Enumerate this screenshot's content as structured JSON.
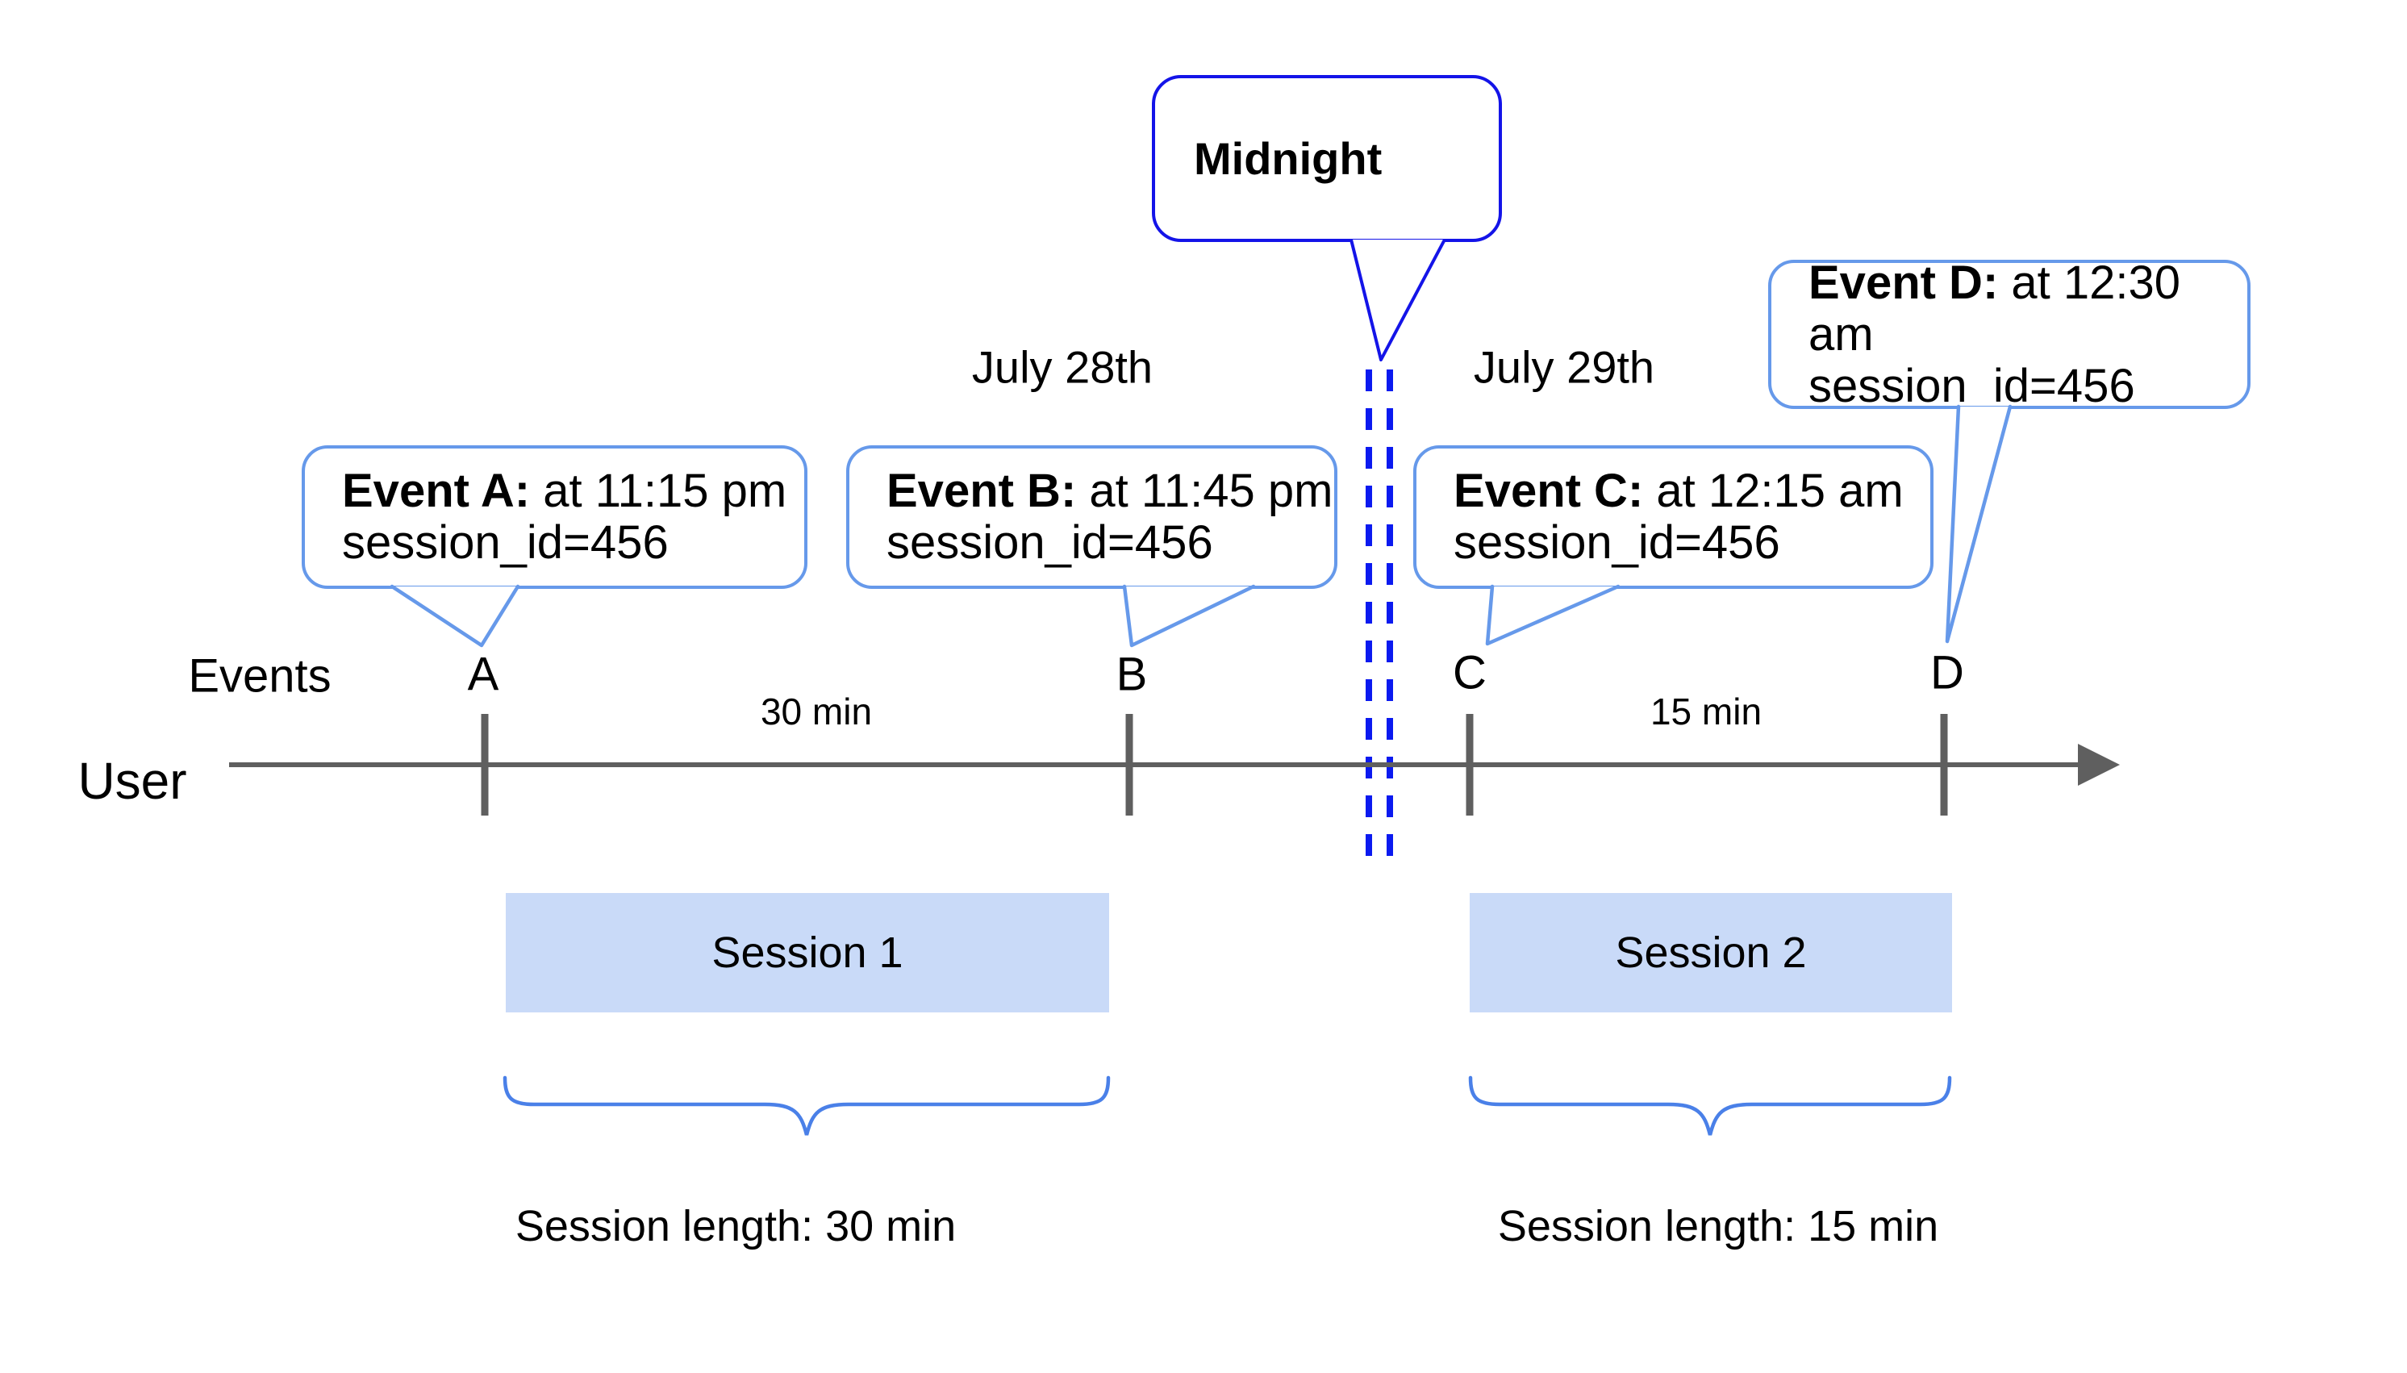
{
  "callouts": {
    "midnight": {
      "label": "Midnight"
    },
    "events": [
      {
        "tick": "A",
        "title": "Event A:",
        "time": "at 11:15 pm",
        "session": "session_id=456"
      },
      {
        "tick": "B",
        "title": "Event B:",
        "time": "at 11:45 pm",
        "session": "session_id=456"
      },
      {
        "tick": "C",
        "title": "Event C:",
        "time": "at 12:15 am",
        "session": "session_id=456"
      },
      {
        "tick": "D",
        "title": "Event D:",
        "time": "at 12:30 am",
        "session": "session_id=456"
      }
    ]
  },
  "timeline": {
    "axis_label": "Events",
    "actor_label": "User",
    "dates": {
      "left": "July 28th",
      "right": "July 29th"
    },
    "intervals": [
      {
        "label": "30 min"
      },
      {
        "label": "15 min"
      }
    ]
  },
  "sessions": [
    {
      "name": "Session 1",
      "length_label": "Session length: 30 min"
    },
    {
      "name": "Session 2",
      "length_label": "Session length: 15 min"
    }
  ],
  "colors": {
    "midnight_border": "#1414e8",
    "midnight_dashes": "#0b1af0",
    "event_callout_border": "#6699ea",
    "brace": "#4a80e8",
    "session_fill": "#c9daf8",
    "axis_gray": "#5f5f5f",
    "text": "#000000"
  }
}
